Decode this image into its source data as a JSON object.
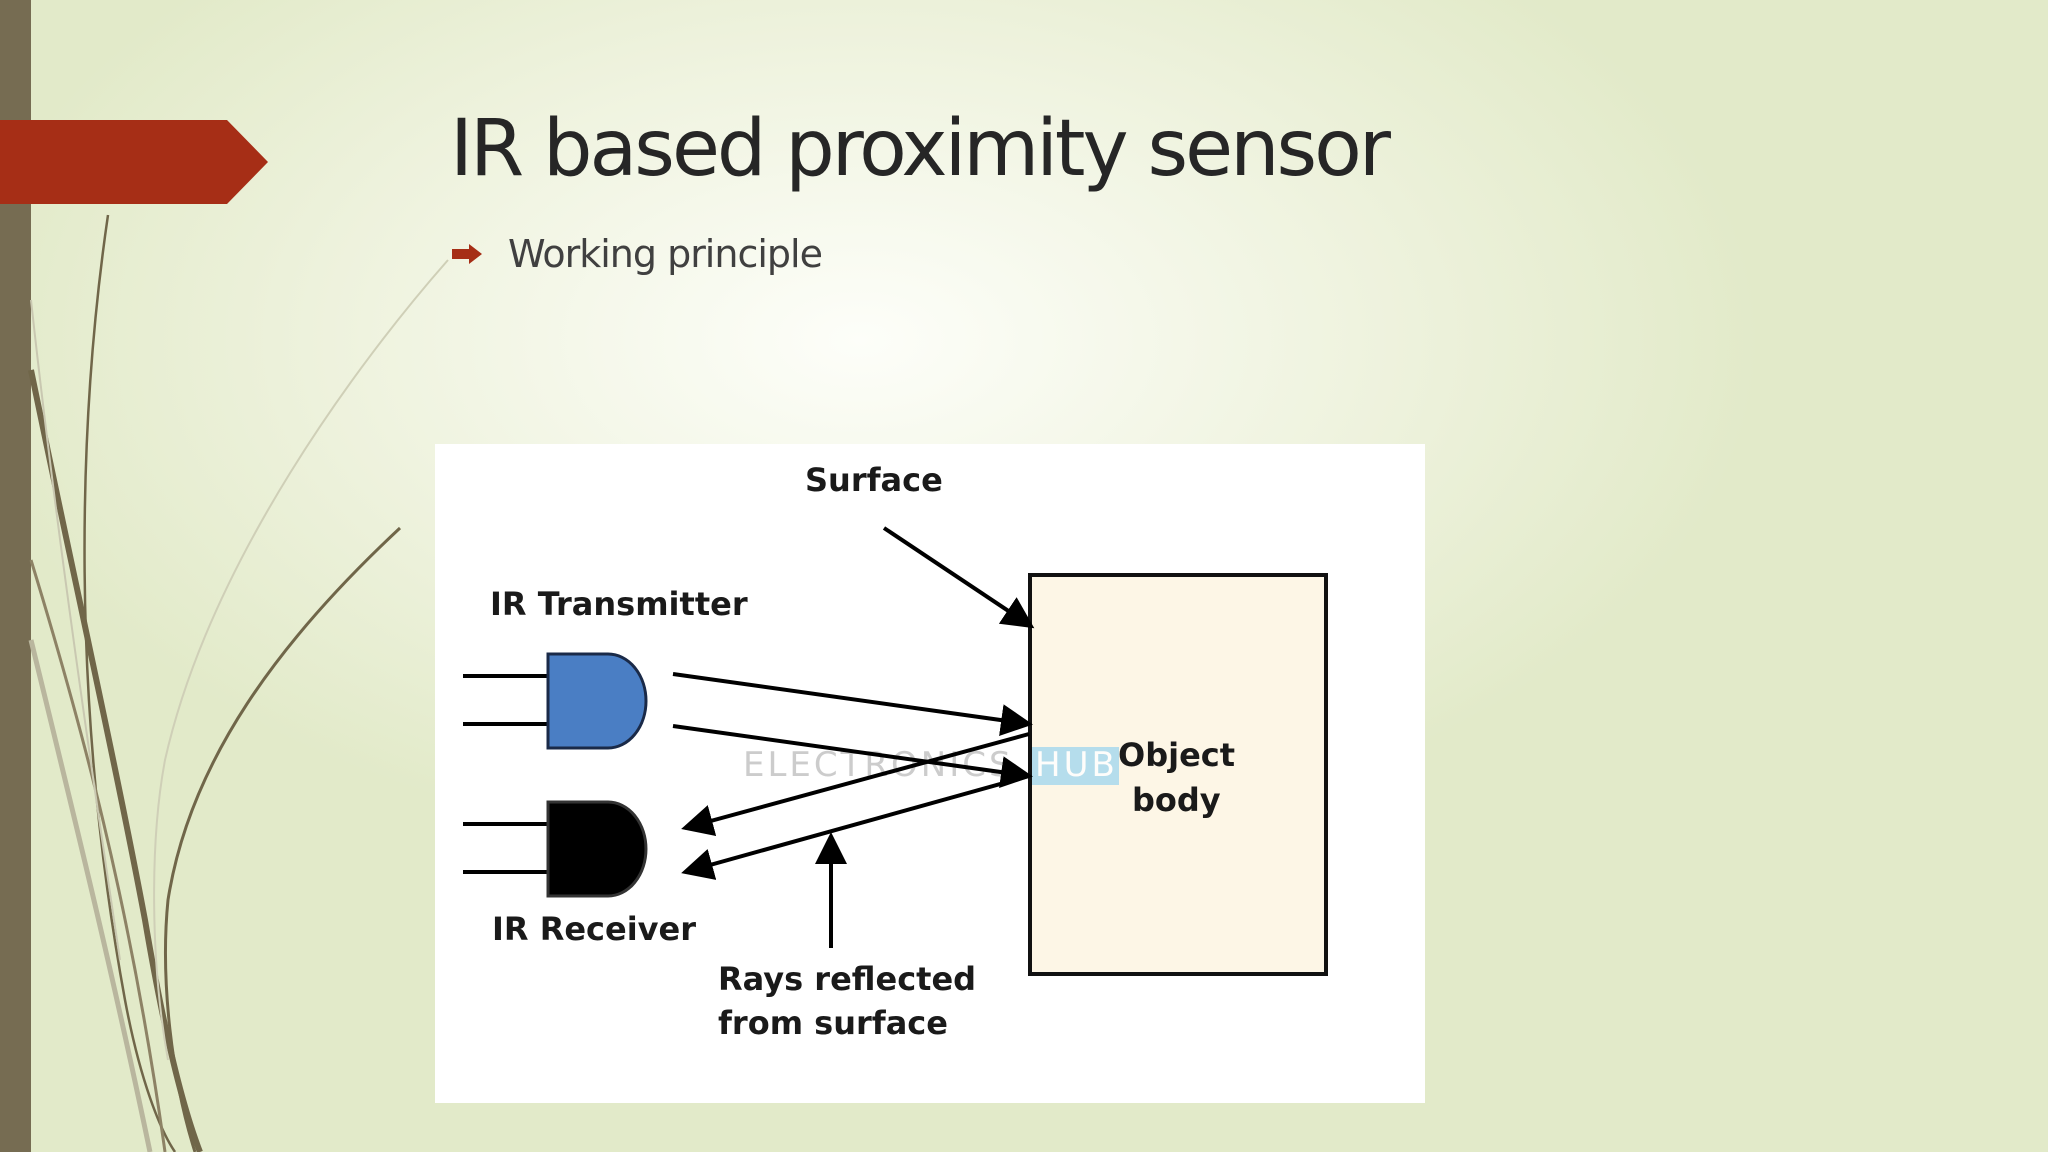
{
  "slide": {
    "title": "IR based proximity sensor",
    "bullet": "Working principle",
    "accent_color": "#A62E16",
    "side_bar_color": "#766C52"
  },
  "diagram": {
    "labels": {
      "surface": "Surface",
      "transmitter": "IR Transmitter",
      "receiver": "IR Receiver",
      "object_line1": "Object",
      "object_line2": "body",
      "rays_line1": "Rays reflected",
      "rays_line2": "from surface"
    },
    "watermark": {
      "part1": "ELECTRONICS",
      "part2": "HUB"
    },
    "colors": {
      "transmitter": "#4A7EC4",
      "receiver": "#000000",
      "object_fill": "#FDF6E6",
      "watermark_box": "#A9D9EE"
    }
  }
}
